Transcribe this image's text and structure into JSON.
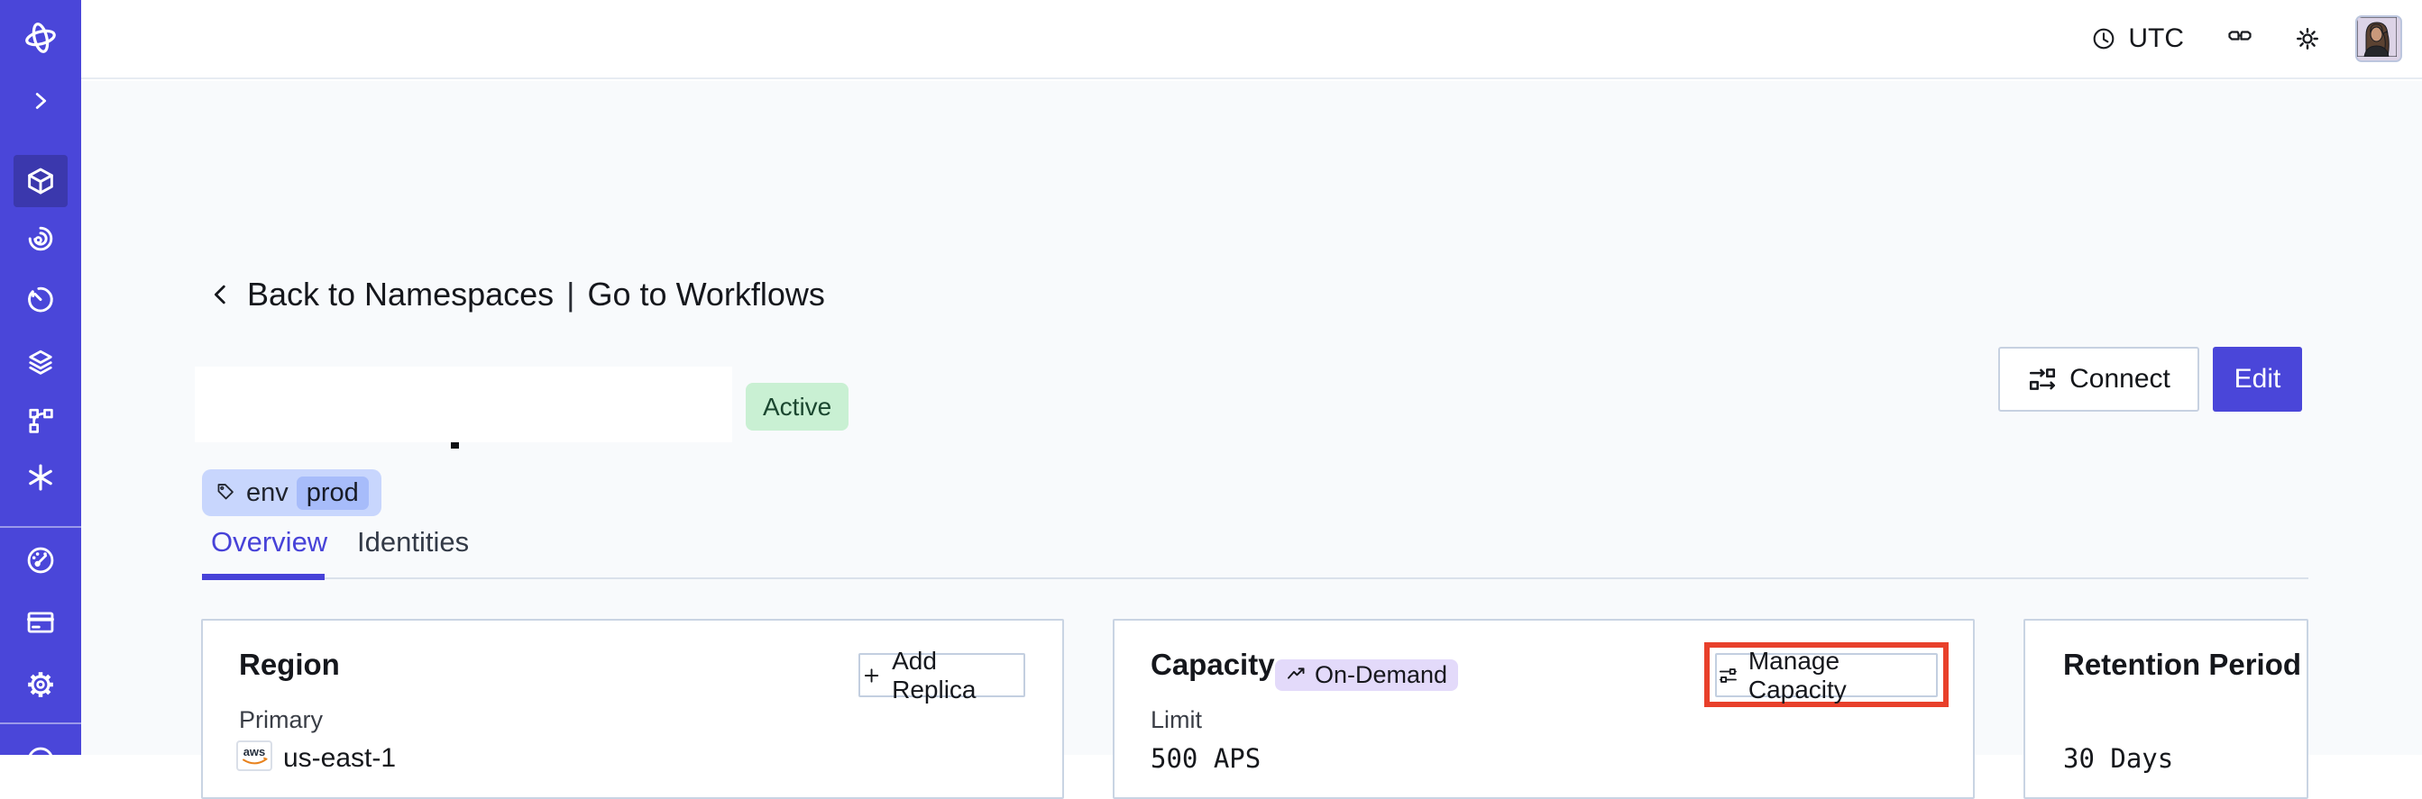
{
  "topbar": {
    "timezone": "UTC",
    "icons": [
      "clock-icon",
      "glasses-icon",
      "sun-icon",
      "avatar"
    ]
  },
  "breadcrumb": {
    "back_label": "Back to Namespaces",
    "separator": "|",
    "forward_label": "Go to Workflows"
  },
  "namespace": {
    "status_badge": "Active",
    "tag_key": "env",
    "tag_value": "prod",
    "connect_label": "Connect",
    "edit_label": "Edit"
  },
  "tabs": {
    "overview": "Overview",
    "identities": "Identities",
    "active_tab": "Overview"
  },
  "cards": {
    "region": {
      "title": "Region",
      "add_replica_label": "Add Replica",
      "primary_label": "Primary",
      "provider": "aws",
      "value": "us-east-1"
    },
    "capacity": {
      "title": "Capacity",
      "badge": "On-Demand",
      "manage_label": "Manage Capacity",
      "manage_highlighted": true,
      "limit_label": "Limit",
      "value": "500 APS"
    },
    "retention": {
      "title": "Retention Period",
      "value": "30 Days"
    }
  },
  "sidebar": {
    "icons": [
      "temporal-logo",
      "chevron-right-icon",
      "namespaces-cube-icon",
      "workflows-spiral-icon",
      "schedules-clock-icon",
      "deployments-layers-icon",
      "batch-branch-icon",
      "nexus-asterisk-icon",
      "usage-gauge-icon",
      "billing-card-icon",
      "settings-gear-icon",
      "account-circle-icon"
    ],
    "active_item": "namespaces"
  },
  "colors": {
    "sidebar_bg": "#4A46D9",
    "sidebar_active_bg": "#3B38AD",
    "accent_indigo": "#4742D8",
    "status_green_bg": "#C9F0D3",
    "tag_blue_bg": "#C8D6FD",
    "tag_chip_bg": "#A7BCFA",
    "ondemand_purple_bg": "#E3DAFA",
    "highlight_red": "#E8402B",
    "content_bg": "#F8FAFC",
    "card_border": "#C9D4E3",
    "aws_orange": "#E8821D"
  }
}
